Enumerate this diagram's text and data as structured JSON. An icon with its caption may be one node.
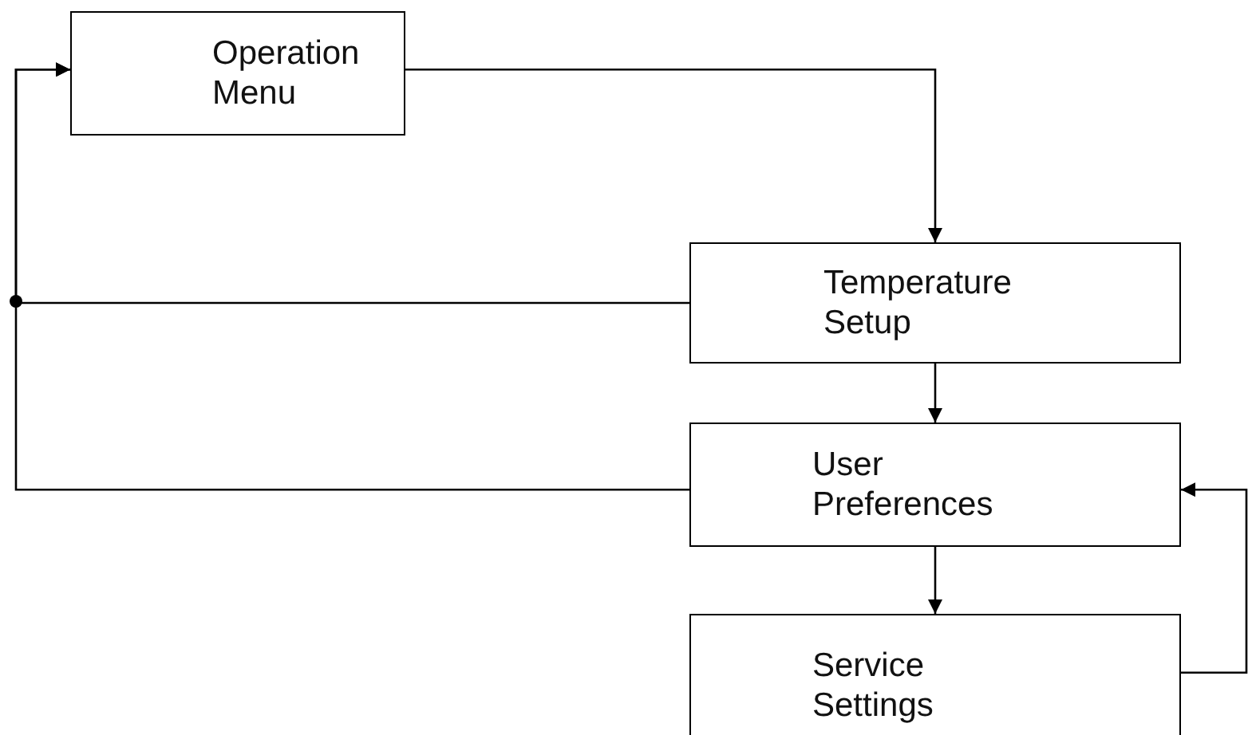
{
  "diagram": {
    "nodes": [
      {
        "text": [
          "Operation Menu"
        ]
      },
      {
        "text": [
          "Temperature Setup"
        ]
      },
      {
        "text": [
          "User Preferences"
        ]
      },
      {
        "text": [
          "Service Settings"
        ]
      }
    ],
    "edges": [
      {
        "from": 0,
        "to": 1,
        "arrow": "to"
      },
      {
        "from": 1,
        "to": 2,
        "arrow": "to"
      },
      {
        "from": 2,
        "to": 3,
        "arrow": "to"
      },
      {
        "from": 1,
        "to": 0,
        "arrow": "to"
      },
      {
        "from": 2,
        "to": 0,
        "arrow": "to"
      },
      {
        "from": 3,
        "to": 2,
        "arrow": "to"
      }
    ]
  }
}
